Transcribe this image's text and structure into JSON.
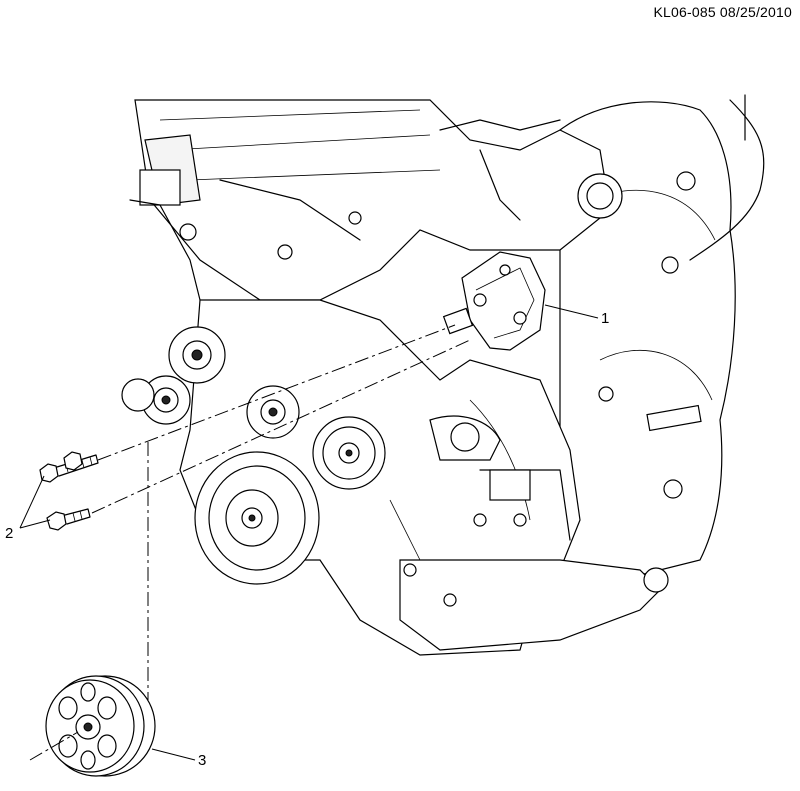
{
  "header": {
    "ref_code": "KL06-085 08/25/2010"
  },
  "callouts": [
    {
      "id": "1",
      "label": "1"
    },
    {
      "id": "2",
      "label": "2"
    },
    {
      "id": "3",
      "label": "3"
    }
  ]
}
